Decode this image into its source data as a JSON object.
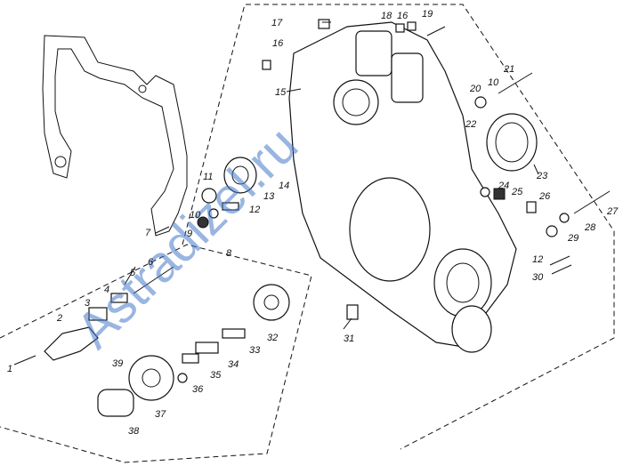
{
  "watermark": "Astradizel.ru",
  "callouts": [
    "1",
    "2",
    "3",
    "4",
    "5",
    "6",
    "7",
    "8",
    "9",
    "10",
    "11",
    "12",
    "13",
    "14",
    "15",
    "16",
    "17",
    "18",
    "16",
    "19",
    "20",
    "10",
    "21",
    "22",
    "23",
    "24",
    "25",
    "26",
    "27",
    "28",
    "29",
    "12",
    "30",
    "31",
    "32",
    "33",
    "34",
    "35",
    "36",
    "37",
    "38",
    "39"
  ]
}
